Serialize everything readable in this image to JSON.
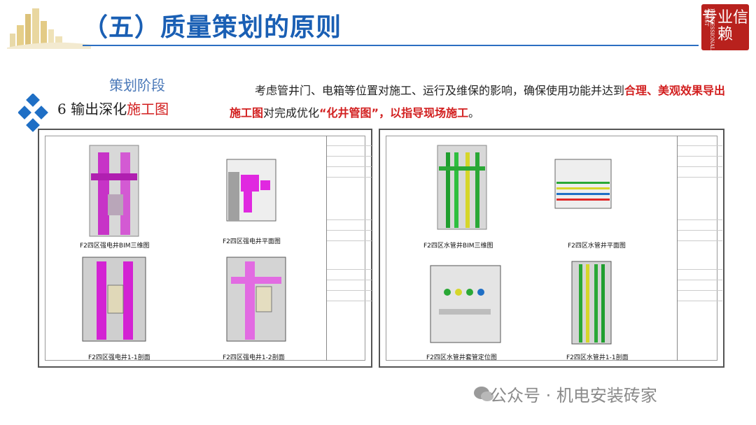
{
  "header": {
    "title": "（五）质量策划的原则",
    "seal_text": "专业信赖",
    "seal_side": "PROFESSIONAL TRUST"
  },
  "section": {
    "stage_label": "策划阶段",
    "heading_prefix": "6  输出深化",
    "heading_highlight": "施工图"
  },
  "description": {
    "part1": "考虑管井门、电箱等位置对施工、运行及维保的影响，确保使用功能并达到",
    "red1": "合理、美观效果",
    "red2": "导出施工图",
    "part2": "对完成优化",
    "red3": "“化井管图”，以指导现场施工",
    "end": "。"
  },
  "sheets": [
    {
      "captions": [
        "F2四区强电井BIM三维图",
        "F2四区强电井平面图",
        "F2四区强电井1-1剖面",
        "F2四区强电井1-2剖面"
      ],
      "accent": "#d323d3"
    },
    {
      "captions": [
        "F2四区水管井BIM三维图",
        "F2四区水管井平面图",
        "F2四区水管井套管定位图",
        "F2四区水管井1-1剖面"
      ],
      "accent": "#2aa836"
    }
  ],
  "watermark": "公众号 · 机电安装砖家",
  "colors": {
    "title_blue": "#1a5fb4",
    "highlight_red": "#d21f1f",
    "seal_red": "#b8211d"
  }
}
